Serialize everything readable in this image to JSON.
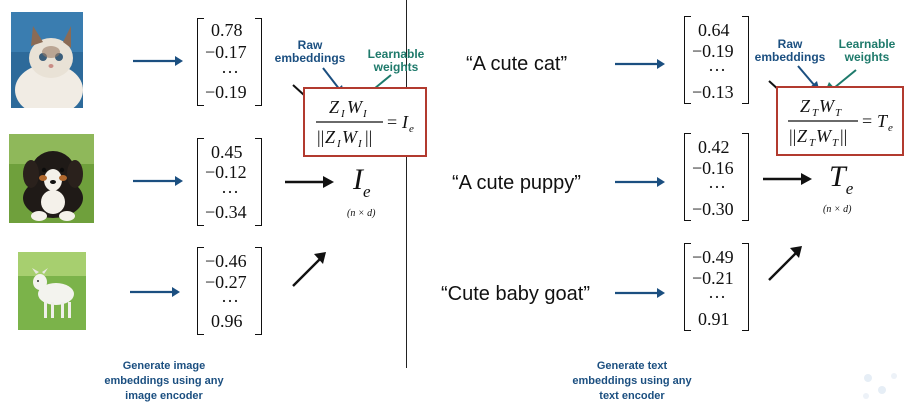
{
  "left_panel": {
    "images": [
      {
        "name": "cat",
        "alt": "cat-photo"
      },
      {
        "name": "puppy",
        "alt": "puppy-photo"
      },
      {
        "name": "goat",
        "alt": "goat-photo"
      }
    ],
    "vectors": [
      [
        "0.78",
        "−0.17",
        "···",
        "−0.19"
      ],
      [
        "0.45",
        "−0.12",
        "···",
        "−0.34"
      ],
      [
        "−0.46",
        "−0.27",
        "···",
        "0.96"
      ]
    ],
    "raw_label": "Raw embeddings",
    "learnable_label": "Learnable weights",
    "formula_num": "Z",
    "embedding_symbol": "I",
    "embedding_sub": "e",
    "dims": "(n × d)",
    "caption": "Generate image embeddings using any image encoder"
  },
  "right_panel": {
    "texts": [
      "“A cute cat”",
      "“A cute puppy”",
      "“Cute baby goat”"
    ],
    "vectors": [
      [
        "0.64",
        "−0.19",
        "···",
        "−0.13"
      ],
      [
        "0.42",
        "−0.16",
        "···",
        "−0.30"
      ],
      [
        "−0.49",
        "−0.21",
        "···",
        "0.91"
      ]
    ],
    "raw_label": "Raw embeddings",
    "learnable_label": "Learnable weights",
    "embedding_symbol": "T",
    "embedding_sub": "e",
    "dims": "(n × d)",
    "caption": "Generate text embeddings using any text encoder"
  },
  "colors": {
    "arrow_blue": "#1b4f80",
    "box_red": "#b23a2f",
    "teal": "#1e7a6b"
  }
}
